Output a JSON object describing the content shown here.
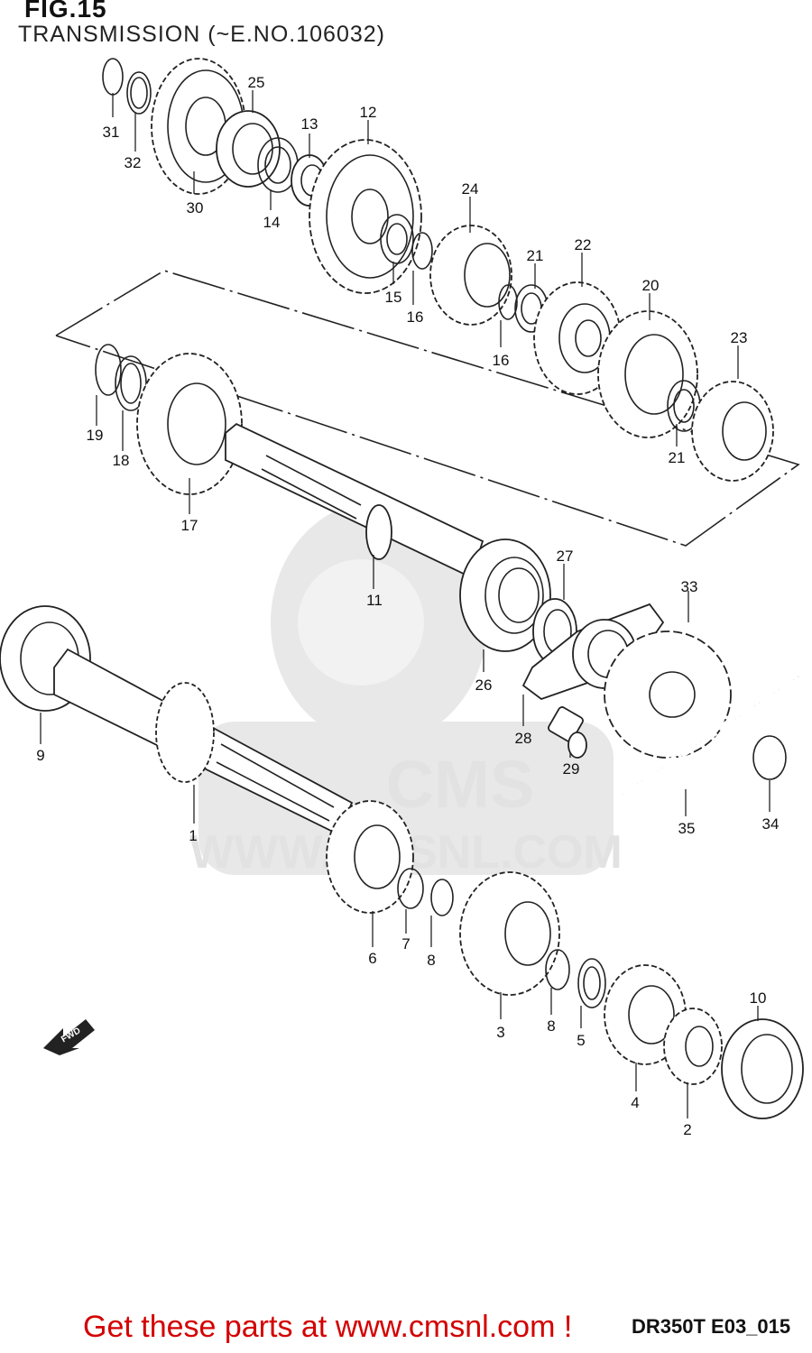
{
  "figure": {
    "title": "FIG.15",
    "subtitle": "TRANSMISSION (~E.NO.106032)"
  },
  "watermark": {
    "brand": "CMS",
    "url": "WWW.CMSNL.COM"
  },
  "direction_badge": "FWD",
  "footer": {
    "link_text": "Get these parts at www.cmsnl.com !",
    "diagram_code": "DR350T E03_015"
  },
  "callouts": [
    "31",
    "32",
    "30",
    "25",
    "14",
    "13",
    "12",
    "15",
    "16",
    "24",
    "21",
    "22",
    "16",
    "20",
    "23",
    "21",
    "19",
    "18",
    "17",
    "11",
    "27",
    "33",
    "26",
    "28",
    "29",
    "9",
    "1",
    "35",
    "34",
    "6",
    "7",
    "8",
    "3",
    "8",
    "5",
    "10",
    "4",
    "2"
  ]
}
